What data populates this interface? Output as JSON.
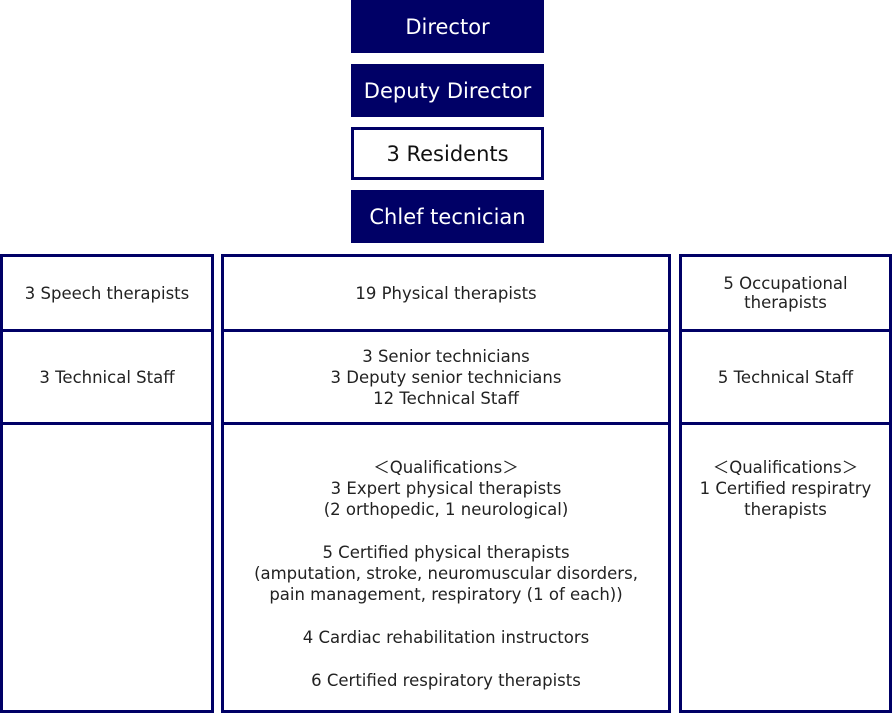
{
  "hierarchy": {
    "director": "Director",
    "deputy_director": "Deputy Director",
    "residents": "3 Residents",
    "chief_technician": "Chlef tecnician"
  },
  "columns": {
    "speech": {
      "title": "3 Speech therapists",
      "staff": "3 Technical Staff"
    },
    "physical": {
      "title": "19 Physical therapists",
      "staff": [
        "3 Senior technicians",
        "3 Deputy senior technicians",
        "12 Technical Staff"
      ],
      "qualifications": {
        "heading": "＜Qualifications＞",
        "expert": [
          "3 Expert physical therapists",
          "(2 orthopedic, 1 neurological)"
        ],
        "certified": [
          "5 Certified physical therapists",
          "(amputation, stroke, neuromuscular disorders,",
          "pain management, respiratory (1 of each))"
        ],
        "cardiac": "4 Cardiac rehabilitation instructors",
        "respiratory": "6 Certified respiratory therapists"
      }
    },
    "occupational": {
      "title": [
        "5 Occupational",
        "therapists"
      ],
      "staff": "5 Technical Staff",
      "qualifications": {
        "heading": "＜Qualifications＞",
        "items": [
          "1 Certified respiratry",
          "therapists"
        ]
      }
    }
  },
  "colors": {
    "navy": "#000066"
  }
}
